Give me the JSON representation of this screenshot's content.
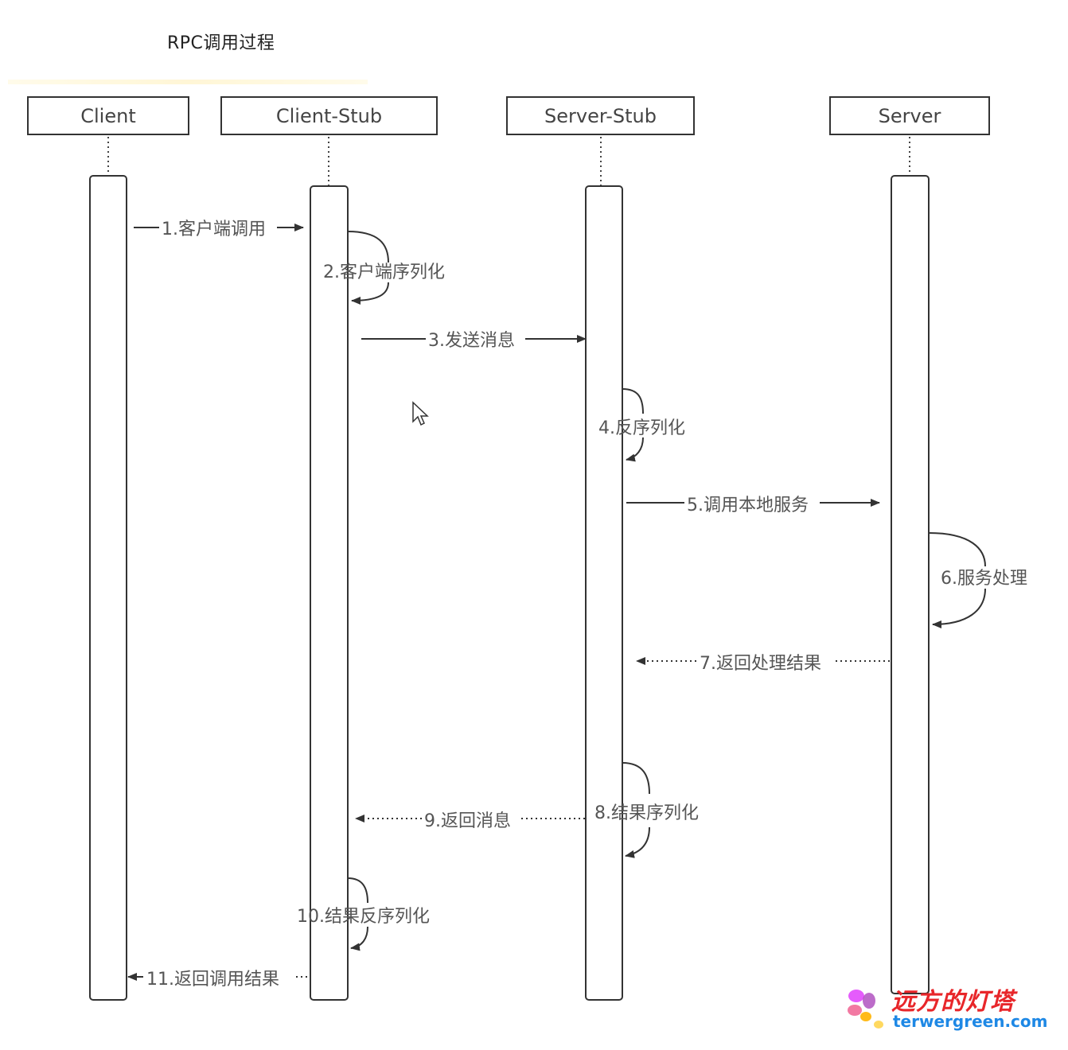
{
  "title": "RPC调用过程",
  "actors": [
    {
      "id": "client",
      "label": "Client"
    },
    {
      "id": "client-stub",
      "label": "Client-Stub"
    },
    {
      "id": "server-stub",
      "label": "Server-Stub"
    },
    {
      "id": "server",
      "label": "Server"
    }
  ],
  "messages": [
    {
      "label": "1.客户端调用",
      "from": "client",
      "to": "client-stub",
      "style": "solid"
    },
    {
      "label": "2.客户端序列化",
      "from": "client-stub",
      "to": "client-stub",
      "style": "self"
    },
    {
      "label": "3.发送消息",
      "from": "client-stub",
      "to": "server-stub",
      "style": "solid"
    },
    {
      "label": "4.反序列化",
      "from": "server-stub",
      "to": "server-stub",
      "style": "self"
    },
    {
      "label": "5.调用本地服务",
      "from": "server-stub",
      "to": "server",
      "style": "solid"
    },
    {
      "label": "6.服务处理",
      "from": "server",
      "to": "server",
      "style": "self"
    },
    {
      "label": "7.返回处理结果",
      "from": "server",
      "to": "server-stub",
      "style": "dotted"
    },
    {
      "label": "8.结果序列化",
      "from": "server-stub",
      "to": "server-stub",
      "style": "self"
    },
    {
      "label": "9.返回消息",
      "from": "server-stub",
      "to": "client-stub",
      "style": "dotted"
    },
    {
      "label": "10.结果反序列化",
      "from": "client-stub",
      "to": "client-stub",
      "style": "self"
    },
    {
      "label": "11.返回调用结果",
      "from": "client-stub",
      "to": "client",
      "style": "dotted"
    }
  ],
  "watermark": {
    "name": "远方的灯塔",
    "site": "terwergreen.com"
  }
}
